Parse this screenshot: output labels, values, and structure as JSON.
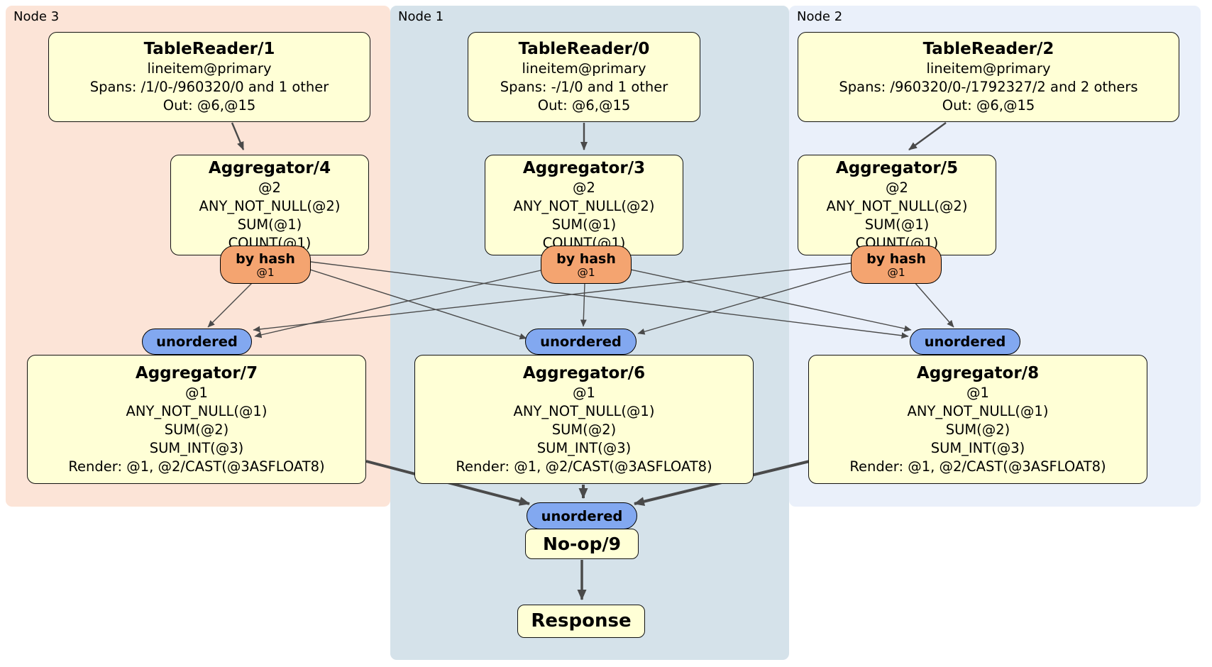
{
  "regions": [
    {
      "label": "Node 3"
    },
    {
      "label": "Node 1"
    },
    {
      "label": "Node 2"
    }
  ],
  "processors": {
    "tablereader1": {
      "title": "TableReader/1",
      "lines": [
        "lineitem@primary",
        "Spans: /1/0-/960320/0 and 1 other",
        "Out: @6,@15"
      ]
    },
    "tablereader0": {
      "title": "TableReader/0",
      "lines": [
        "lineitem@primary",
        "Spans: -/1/0 and 1 other",
        "Out: @6,@15"
      ]
    },
    "tablereader2": {
      "title": "TableReader/2",
      "lines": [
        "lineitem@primary",
        "Spans: /960320/0-/1792327/2 and 2 others",
        "Out: @6,@15"
      ]
    },
    "aggregator4": {
      "title": "Aggregator/4",
      "lines": [
        "@2",
        "ANY_NOT_NULL(@2)",
        "SUM(@1)",
        "COUNT(@1)"
      ]
    },
    "aggregator3": {
      "title": "Aggregator/3",
      "lines": [
        "@2",
        "ANY_NOT_NULL(@2)",
        "SUM(@1)",
        "COUNT(@1)"
      ]
    },
    "aggregator5": {
      "title": "Aggregator/5",
      "lines": [
        "@2",
        "ANY_NOT_NULL(@2)",
        "SUM(@1)",
        "COUNT(@1)"
      ]
    },
    "aggregator7": {
      "title": "Aggregator/7",
      "lines": [
        "@1",
        "ANY_NOT_NULL(@1)",
        "SUM(@2)",
        "SUM_INT(@3)",
        "Render: @1, @2/CAST(@3ASFLOAT8)"
      ]
    },
    "aggregator6": {
      "title": "Aggregator/6",
      "lines": [
        "@1",
        "ANY_NOT_NULL(@1)",
        "SUM(@2)",
        "SUM_INT(@3)",
        "Render: @1, @2/CAST(@3ASFLOAT8)"
      ]
    },
    "aggregator8": {
      "title": "Aggregator/8",
      "lines": [
        "@1",
        "ANY_NOT_NULL(@1)",
        "SUM(@2)",
        "SUM_INT(@3)",
        "Render: @1, @2/CAST(@3ASFLOAT8)"
      ]
    },
    "noop": {
      "title": "No-op/9"
    },
    "response": {
      "title": "Response"
    }
  },
  "routers": {
    "label": "by hash",
    "detail": "@1"
  },
  "syncs": {
    "label": "unordered"
  },
  "colors": {
    "node3_bg": "#fce4d7",
    "node1_bg": "#d5e2ea",
    "node2_bg": "#eaf0fa",
    "processor_bg": "#ffffd6",
    "router_bg": "#f4a470",
    "sync_bg": "#82a8f0",
    "edge": "#4a4a4a"
  }
}
